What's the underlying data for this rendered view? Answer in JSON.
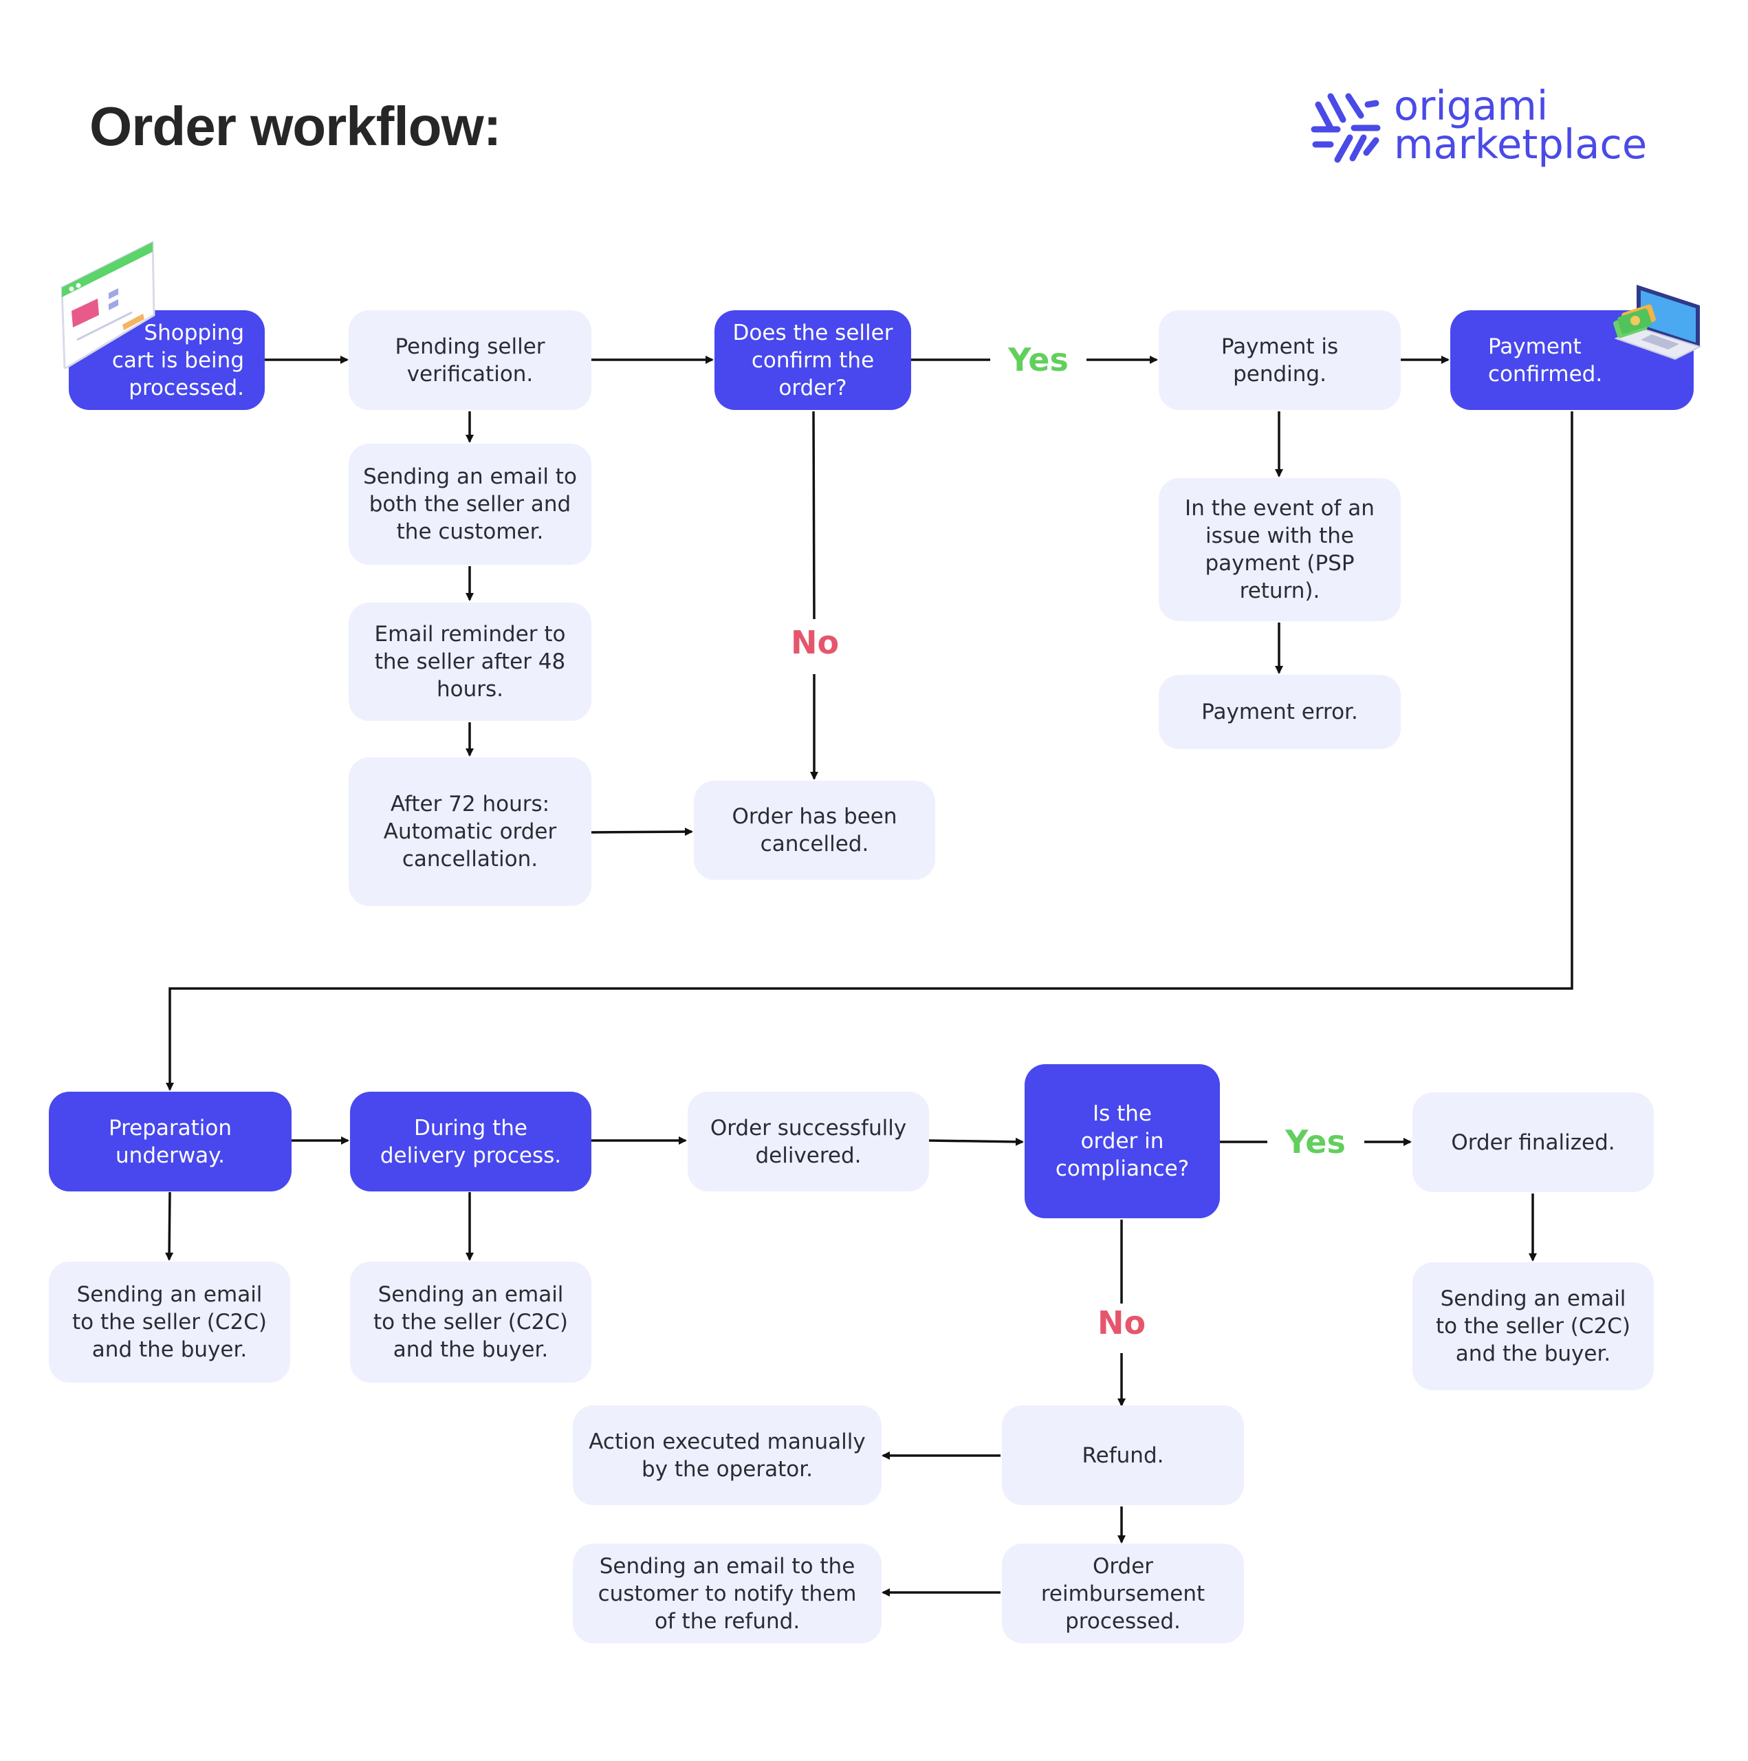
{
  "title": "Order workflow:",
  "logo": {
    "line1": "origami",
    "line2": "marketplace",
    "color": "#4a4ae8"
  },
  "colors": {
    "primary": "#4848ee",
    "light_box": "#eef0fd",
    "yes": "#62cf5d",
    "no": "#e5566c",
    "text_dark": "#2b2b35"
  },
  "nodes": {
    "cart": "Shopping\ncart is being\nprocessed.",
    "pending_seller": "Pending seller\nverification.",
    "email_both": "Sending an email to\nboth the seller and\nthe customer.",
    "reminder": "Email reminder to\nthe seller after 48\nhours.",
    "auto_cancel": "After 72 hours:\nAutomatic order\ncancellation.",
    "seller_confirm": "Does the seller\nconfirm the\norder?",
    "cancelled": "Order has been\ncancelled.",
    "payment_pending": "Payment is\npending.",
    "payment_issue": "In the event of an\nissue with the\npayment (PSP\nreturn).",
    "payment_error": "Payment error.",
    "payment_confirmed": "Payment\nconfirmed.",
    "preparation": "Preparation\nunderway.",
    "prep_email": "Sending an email\nto the seller (C2C)\nand the buyer.",
    "delivery": "During the\ndelivery process.",
    "delivery_email": "Sending an email\nto the seller (C2C)\nand the buyer.",
    "delivered": "Order successfully\ndelivered.",
    "compliance": "Is the\norder in\ncompliance?",
    "finalized": "Order finalized.",
    "final_email": "Sending an email\nto the seller (C2C)\nand the buyer.",
    "refund": "Refund.",
    "manual_action": "Action executed manually\nby the operator.",
    "reimbursement": "Order reimbursement\nprocessed.",
    "refund_email": "Sending an email to the\ncustomer to notify them\nof the refund."
  },
  "labels": {
    "yes_1": "Yes",
    "no_1": "No",
    "yes_2": "Yes",
    "no_2": "No"
  }
}
